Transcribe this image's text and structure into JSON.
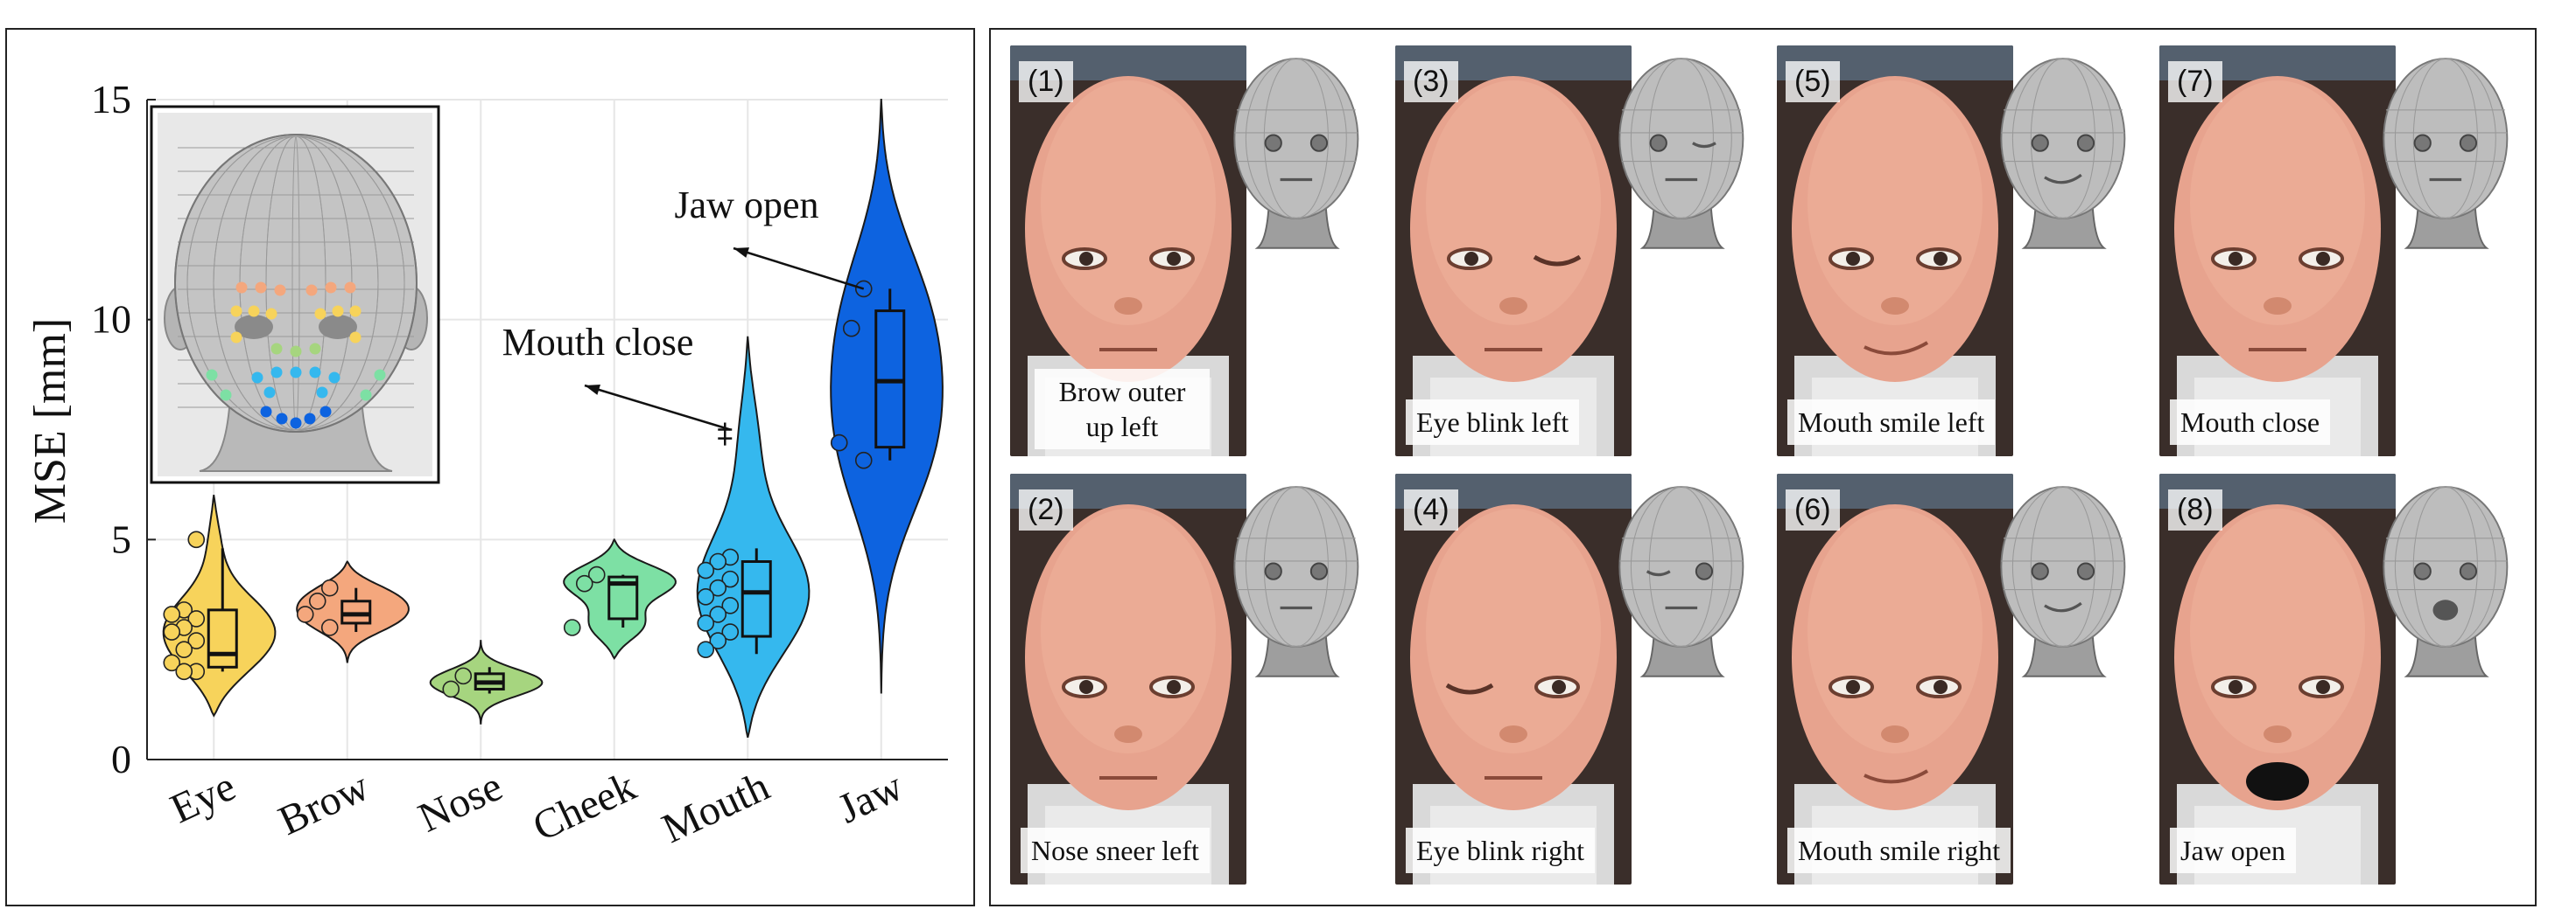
{
  "chart_data": {
    "type": "violin",
    "title": "",
    "xlabel": "",
    "ylabel": "MSE [mm]",
    "ylim": [
      0,
      15
    ],
    "yticks": [
      0,
      5,
      10,
      15
    ],
    "grid": true,
    "categories": [
      "Eye",
      "Brow",
      "Nose",
      "Cheek",
      "Mouth",
      "Jaw"
    ],
    "colors": [
      "#f7d35b",
      "#f4a77d",
      "#a6d57f",
      "#7de0a4",
      "#35b8ee",
      "#0d63e0"
    ],
    "series": [
      {
        "category": "Eye",
        "min": 1.0,
        "max": 6.0,
        "q1": 2.1,
        "median": 2.4,
        "q3": 3.4,
        "whisker_low": 2.0,
        "whisker_high": 4.8,
        "points": [
          5.0,
          3.4,
          3.3,
          3.2,
          3.0,
          2.9,
          2.7,
          2.5,
          2.2,
          2.0,
          2.0
        ]
      },
      {
        "category": "Brow",
        "min": 2.2,
        "max": 4.5,
        "q1": 3.1,
        "median": 3.3,
        "q3": 3.6,
        "whisker_low": 2.9,
        "whisker_high": 3.9,
        "points": [
          3.9,
          3.6,
          3.3,
          3.0
        ]
      },
      {
        "category": "Nose",
        "min": 0.8,
        "max": 2.7,
        "q1": 1.6,
        "median": 1.75,
        "q3": 1.95,
        "whisker_low": 1.5,
        "whisker_high": 2.1,
        "points": [
          1.9,
          1.6
        ]
      },
      {
        "category": "Cheek",
        "min": 2.3,
        "max": 5.0,
        "q1": 3.2,
        "median": 4.0,
        "q3": 4.15,
        "whisker_low": 3.0,
        "whisker_high": 4.2,
        "points": [
          4.2,
          4.0,
          3.0
        ]
      },
      {
        "category": "Mouth",
        "min": 0.5,
        "max": 9.6,
        "q1": 2.8,
        "median": 3.8,
        "q3": 4.5,
        "whisker_low": 2.4,
        "whisker_high": 4.8,
        "points": [
          4.6,
          4.5,
          4.3,
          4.1,
          3.9,
          3.7,
          3.5,
          3.3,
          3.1,
          2.9,
          2.7,
          2.5
        ],
        "outliers": [
          7.5,
          7.3
        ]
      },
      {
        "category": "Jaw",
        "min": 1.5,
        "max": 15.0,
        "q1": 7.1,
        "median": 8.6,
        "q3": 10.2,
        "whisker_low": 6.8,
        "whisker_high": 10.7,
        "points": [
          10.7,
          9.8,
          7.2,
          6.8
        ]
      }
    ],
    "annotations": [
      {
        "text": "Jaw open",
        "category": "Jaw",
        "y": 10.7
      },
      {
        "text": "Mouth close",
        "category": "Mouth",
        "y": 7.5
      }
    ]
  },
  "landmark_colors": [
    "#f4a77d",
    "#f7d35b",
    "#a6d57f",
    "#7de0a4",
    "#35b8ee",
    "#0d63e0"
  ],
  "expressions": [
    {
      "number": "(1)",
      "label": "Brow outer up left"
    },
    {
      "number": "(2)",
      "label": "Nose sneer left"
    },
    {
      "number": "(3)",
      "label": "Eye blink left"
    },
    {
      "number": "(4)",
      "label": "Eye blink right"
    },
    {
      "number": "(5)",
      "label": "Mouth smile left"
    },
    {
      "number": "(6)",
      "label": "Mouth smile right"
    },
    {
      "number": "(7)",
      "label": "Mouth close"
    },
    {
      "number": "(8)",
      "label": "Jaw open"
    }
  ]
}
